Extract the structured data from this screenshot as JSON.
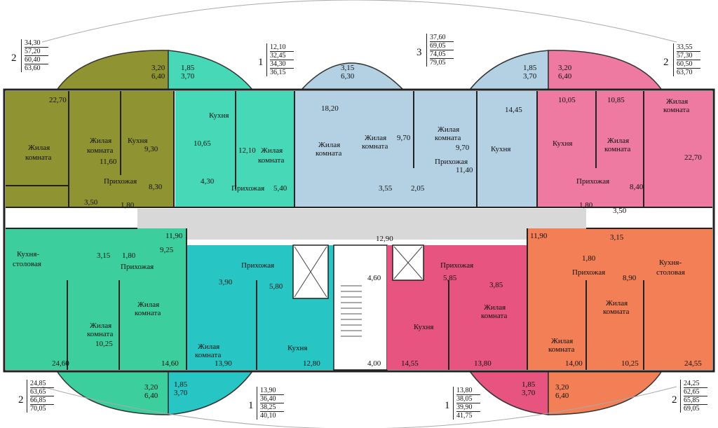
{
  "legends": [
    {
      "id": "tl",
      "rooms": "2",
      "values": [
        "34,30",
        "57,20",
        "60,40",
        "63,60"
      ]
    },
    {
      "id": "top1",
      "rooms": "1",
      "values": [
        "12,10",
        "32,45",
        "34,30",
        "36,15"
      ]
    },
    {
      "id": "top3",
      "rooms": "3",
      "values": [
        "37,60",
        "69,05",
        "74,05",
        "79,05"
      ]
    },
    {
      "id": "tr",
      "rooms": "2",
      "values": [
        "33,55",
        "57,30",
        "60,50",
        "63,70"
      ]
    },
    {
      "id": "bl",
      "rooms": "2",
      "values": [
        "24,85",
        "63,65",
        "66,85",
        "70,05"
      ]
    },
    {
      "id": "b1",
      "rooms": "1",
      "values": [
        "13,90",
        "36,40",
        "38,25",
        "40,10"
      ]
    },
    {
      "id": "b2",
      "rooms": "1",
      "values": [
        "13,80",
        "38,05",
        "39,90",
        "41,75"
      ]
    },
    {
      "id": "br",
      "rooms": "2",
      "values": [
        "24,25",
        "62,65",
        "65,85",
        "69,05"
      ]
    }
  ],
  "balconies": {
    "tl": [
      "3,20",
      "6,40"
    ],
    "t2": [
      "1,85",
      "3,70"
    ],
    "tc": [
      "3,15",
      "6,30"
    ],
    "t4": [
      "1,85",
      "3,70"
    ],
    "tr": [
      "3,20",
      "6,40"
    ],
    "bl": [
      "3,20",
      "6,40"
    ],
    "b2": [
      "1,85",
      "3,70"
    ],
    "b4": [
      "1,85",
      "3,70"
    ],
    "br": [
      "3,20",
      "6,40"
    ]
  },
  "labels": {
    "living": "Жилая комната",
    "living_l1": "Жилая",
    "living_l2": "комната",
    "kitchen": "Кухня",
    "kitchen_dining_l1": "Кухня-",
    "kitchen_dining_l2": "столовая",
    "hall": "Прихожая"
  },
  "areas": {
    "a1": "22,70",
    "a2": "11,60",
    "a3": "9,30",
    "a4": "8,30",
    "a5": "3,50",
    "a6": "1,80",
    "b1": "10,65",
    "b2": "12,10",
    "b3": "4,30",
    "b4": "5,40",
    "c1": "18,20",
    "c2": "9,70",
    "c3": "9,70",
    "c4": "14,45",
    "c5": "11,40",
    "c6": "3,55",
    "c7": "2,05",
    "d1": "10,05",
    "d2": "10,85",
    "d3": "22,70",
    "d4": "8,40",
    "d5": "1,80",
    "d6": "3,50",
    "corr_l": "11,90",
    "corr_c": "12,90",
    "corr_r": "11,90",
    "e1": "3,15",
    "e2": "1,80",
    "e3": "9,25",
    "e4": "10,25",
    "e5": "24,60",
    "e6": "14,60",
    "f1": "3,90",
    "f2": "5,80",
    "f3": "13,90",
    "f4": "12,80",
    "g1": "4,60",
    "g2": "4,00",
    "h1": "5,85",
    "h2": "3,85",
    "h3": "14,55",
    "h4": "13,80",
    "i1": "3,15",
    "i2": "1,80",
    "i3": "8,90",
    "i4": "14,00",
    "i5": "10,25",
    "i6": "24,55"
  },
  "colors": {
    "olive": "#8f9331",
    "cyan_green": "#46d8b7",
    "light_blue": "#b4d1e3",
    "pink": "#ee7aa1",
    "mint": "#3ccf9d",
    "turquoise": "#27c5c4",
    "magenta": "#e6547f",
    "orange": "#f27f55",
    "corridor": "#d8d8d8"
  }
}
